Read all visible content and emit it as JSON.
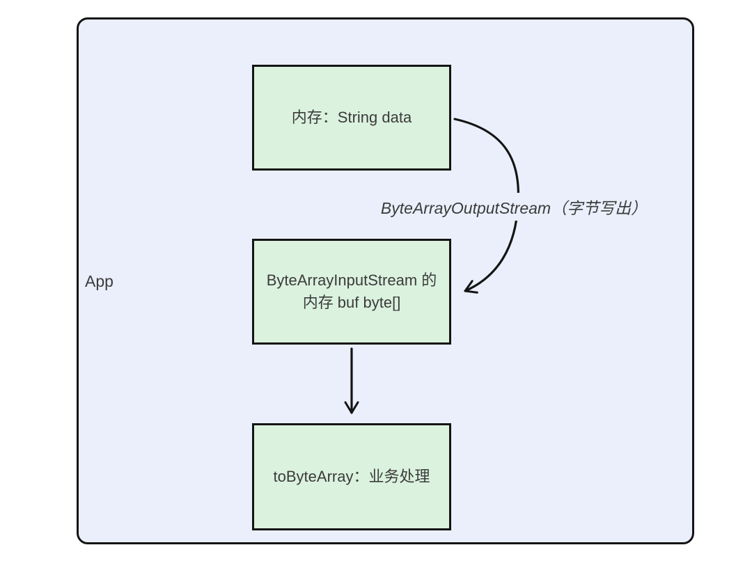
{
  "diagram": {
    "container_label": "App",
    "nodes": [
      {
        "id": "memory-string",
        "label": "内存：String data"
      },
      {
        "id": "bytearray-inputstream-buf",
        "label": "ByteArrayInputStream 的内存 buf byte[]"
      },
      {
        "id": "tobytearray-business",
        "label": "toByteArray：业务处理"
      }
    ],
    "edges": [
      {
        "from": "memory-string",
        "to": "bytearray-inputstream-buf",
        "label": "ByteArrayOutputStream（字节写出）",
        "style": "curved-right"
      },
      {
        "from": "bytearray-inputstream-buf",
        "to": "tobytearray-business",
        "label": "",
        "style": "straight-down"
      }
    ],
    "colors": {
      "page_background": "#ffffff",
      "container_fill": "#eaeffb",
      "node_fill": "#dbf2de",
      "border": "#141414",
      "text": "#3b3b3b"
    }
  }
}
